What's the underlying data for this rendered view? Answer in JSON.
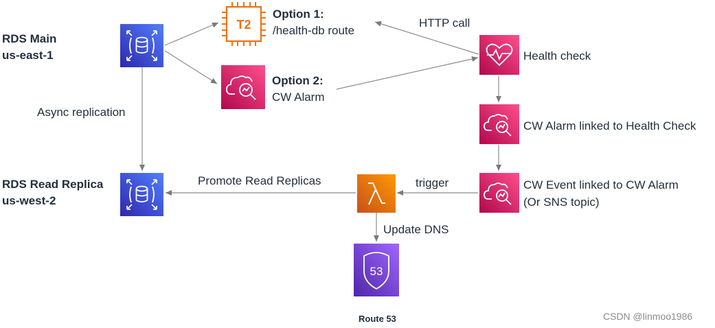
{
  "colors": {
    "rds": "#3b48cc",
    "ec2": "#ec7211",
    "cloudwatch": "#d6336c",
    "lambda": "#f58536",
    "route53": "#8c4fff",
    "arrow": "#8c8c8c"
  },
  "nodes": {
    "rds_main": {
      "title": "RDS Main",
      "region": "us-east-1",
      "icon": "rds-database-icon"
    },
    "rds_replica": {
      "title": "RDS Read Replica",
      "region": "us-west-2",
      "icon": "rds-database-icon"
    },
    "option1": {
      "heading": "Option 1:",
      "text": "/health-db route",
      "badge": "T2",
      "icon": "ec2-t2-instance-icon"
    },
    "option2": {
      "heading": "Option 2:",
      "text": "CW Alarm",
      "icon": "cloudwatch-alarm-icon"
    },
    "health_check": {
      "label": "Health check",
      "icon": "health-check-heartbeat-icon"
    },
    "cw_alarm": {
      "label": "CW Alarm linked to Health Check",
      "icon": "cloudwatch-alarm-icon"
    },
    "cw_event": {
      "line1": "CW Event linked to CW Alarm",
      "line2": "(Or SNS topic)",
      "icon": "cloudwatch-event-icon"
    },
    "lambda": {
      "icon": "lambda-icon"
    },
    "route53": {
      "label": "Route 53",
      "badge": "53",
      "icon": "route53-shield-icon"
    }
  },
  "edges": {
    "http_call": "HTTP call",
    "async_replication": "Async replication",
    "promote": "Promote Read Replicas",
    "trigger": "trigger",
    "update_dns": "Update DNS"
  },
  "watermark": "CSDN @linmoo1986"
}
